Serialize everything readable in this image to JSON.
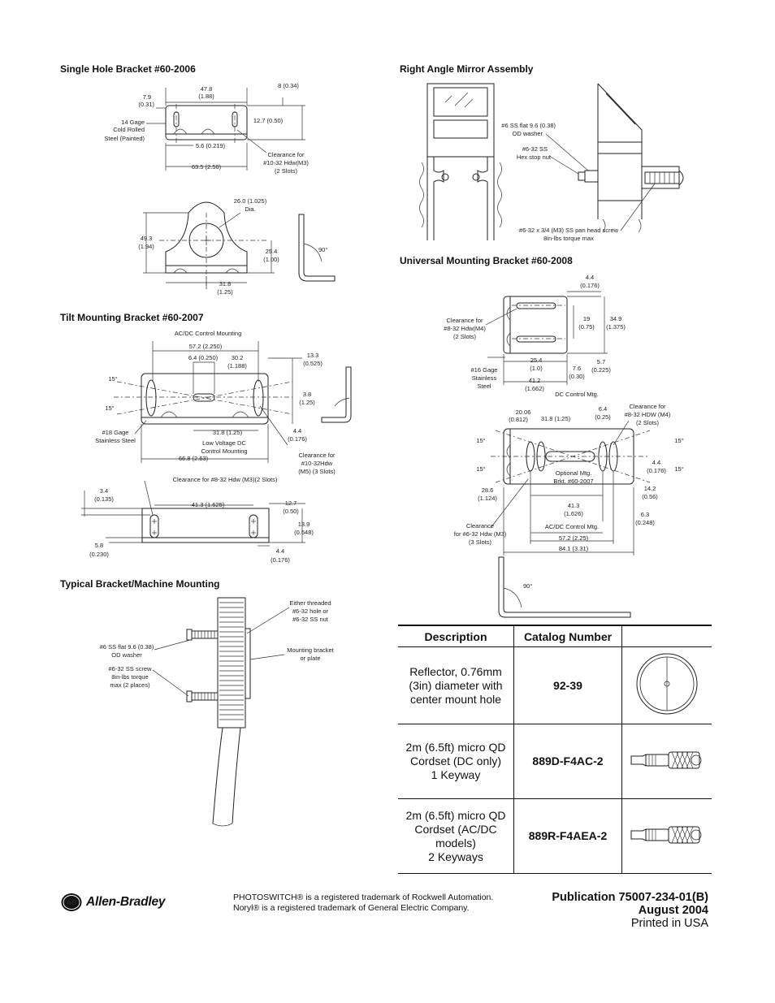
{
  "sections": {
    "single_hole": "Single Hole Bracket #60-2006",
    "right_angle": "Right Angle Mirror Assembly",
    "universal": "Universal Mounting Bracket #60-2008",
    "tilt": "Tilt Mounting Bracket #60-2007",
    "typical": "Typical Bracket/Machine Mounting"
  },
  "single_hole": {
    "d1": "47.8",
    "d1b": "(1.88)",
    "d2": "7.9",
    "d2b": "(0.31)",
    "d3": "8 (0.34)",
    "gage1": "14 Gage",
    "gage2": "Cold Rolled",
    "gage3": "Steel (Painted)",
    "d4": "12.7 (0.50)",
    "d5": "5.6 (0.219)",
    "clr1": "Clearance for",
    "clr2": "#10-32 Hdw(M3)",
    "clr3": "(2 Slots)",
    "d6": "63.5 (2.50)",
    "d7": "26.0 (1.025)",
    "d7b": "Dia.",
    "d8": "49.3",
    "d8b": "(1.94)",
    "d9": "25.4",
    "d9b": "(1.00)",
    "angle": "90°",
    "d10": "31.8",
    "d10b": "(1.25)"
  },
  "right_angle": {
    "w1": "#6 SS flat 9.6 (0.38)",
    "w2": "OD washer",
    "n1": "#6-32 SS",
    "n2": "Hex stop nut",
    "s1": "#6-32 x 3/4 (M3) SS pan head screw",
    "s2": "8in-lbs torque max"
  },
  "universal": {
    "a": "4.4",
    "ab": "(0.176)",
    "clr1": "Clearance for",
    "clr2": "#8-32 Hdw(M4)",
    "clr3": "(2 Slots)",
    "b": "19",
    "bb": "(0.75)",
    "c": "34.9",
    "cb": "(1.375)",
    "g1": "#16 Gage",
    "g2": "Stainless",
    "g3": "Steel",
    "d": "25.4",
    "db": "(1.0)",
    "e": "7.6",
    "eb": "(0.30)",
    "f": "5.7",
    "fb": "(0.225)",
    "h": "41.2",
    "hb": "(1.662)",
    "dc": "DC Control Mtg.",
    "i": "20.06",
    "ib": "(0.812)",
    "j": "31.8 (1.25)",
    "k": "6.4",
    "kb": "(0.25)",
    "clr4": "Clearance for",
    "clr5": "#8-32 HDW (M4)",
    "clr6": "(2 Slots)",
    "ang": "15°",
    "l": "4.4",
    "lb": "(0.176)",
    "opt1": "Optional Mtg.",
    "opt2": "Brkt. #60-2007",
    "m": "28.6",
    "mb": "(1.124)",
    "n": "14.2",
    "nb": "(0.56)",
    "o": "41.3",
    "ob": "(1.626)",
    "p": "6.3",
    "pb": "(0.248)",
    "clr7": "Clearance",
    "clr8": "for #6-32 Hdw (M3)",
    "clr9": "(3 Slots)",
    "acdc": "AC/DC Control Mtg.",
    "q": "57.2 (2.25)",
    "r": "84.1 (3.31)",
    "angle": "90°"
  },
  "tilt": {
    "acdc": "AC/DC Control Mounting",
    "a": "57.2 (2.250)",
    "b": "6.4 (0.250)",
    "c": "30.2",
    "cb": "(1.188)",
    "d": "13.3",
    "db": "(0.525)",
    "ang": "15°",
    "e": "3.8",
    "eb": "(1.25)",
    "g1": "#18 Gage",
    "g2": "Stainless Steel",
    "f": "31.8 (1.25)",
    "lv1": "Low Voltage DC",
    "lv2": "Control Mounting",
    "h": "4.4",
    "hb": "(0.176)",
    "i": "66.8 (2.63)",
    "clr1": "Clearance for",
    "clr2": "#10-32Hdw",
    "clr3": "(M5) (3 Slots)",
    "j": "3.4",
    "jb": "(0.135)",
    "clr4": "Clearance for #8-32 Hdw (M3)(2 Slots)",
    "k": "41.3 (1.625)",
    "l": "12.7",
    "lb": "(0.50)",
    "m": "13.9",
    "mb": "(0.548)",
    "n": "5.8",
    "nb": "(0.230)",
    "o": "4.4",
    "ob": "(0.176)"
  },
  "typical": {
    "t1": "Either threaded",
    "t2": "#6-32 hole or",
    "t3": "#6-32 SS nut",
    "w1": "#6 SS flat 9.6 (0.38)",
    "w2": "OD washer",
    "b1": "Mounting bracket",
    "b2": "or plate",
    "s1": "#6-32 SS screw",
    "s2": "8in-lbs torque",
    "s3": "max (2 places)"
  },
  "table": {
    "headers": [
      "Description",
      "Catalog Number",
      ""
    ],
    "rows": [
      {
        "desc": [
          "Reflector, 0.76mm",
          "(3in) diameter with",
          "center mount hole"
        ],
        "catalog": "92-39",
        "image": "reflector-icon"
      },
      {
        "desc": [
          "2m (6.5ft) micro QD",
          "Cordset (DC only)",
          "1 Keyway"
        ],
        "catalog": "889D-F4AC-2",
        "image": "cordset-icon"
      },
      {
        "desc": [
          "2m (6.5ft) micro QD",
          "Cordset (AC/DC",
          "models)",
          "2 Keyways"
        ],
        "catalog": "889R-F4AEA-2",
        "image": "cordset-icon"
      }
    ]
  },
  "footer": {
    "brand": "Allen-Bradley",
    "logo_text": "AB",
    "tm1": "PHOTOSWITCH® is a registered trademark of Rockwell Automation.",
    "tm2": "Noryl® is a registered trademark of General Electric Company.",
    "pub": "Publication 75007-234-01(B)",
    "date": "August 2004",
    "printed": "Printed in USA"
  }
}
